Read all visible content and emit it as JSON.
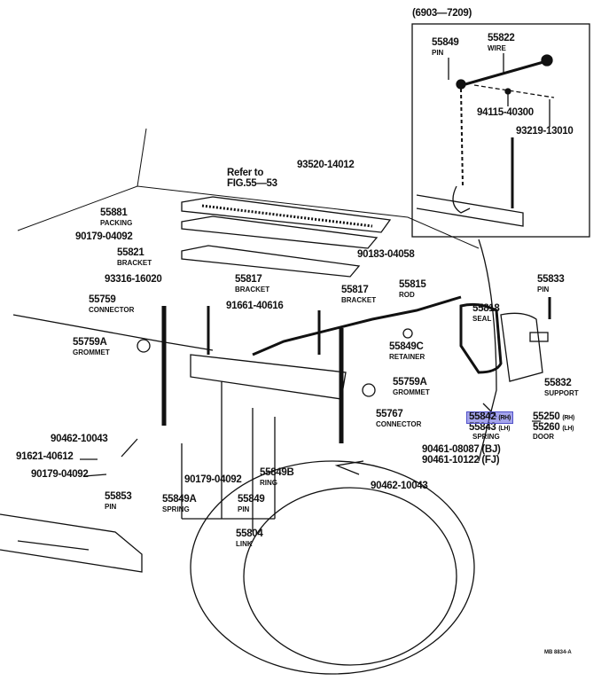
{
  "inset": {
    "range": "(6903—7209)"
  },
  "labels": {
    "inset_55849": {
      "num": "55849",
      "name": "PIN"
    },
    "inset_55822": {
      "num": "55822",
      "name": "WIRE"
    },
    "inset_94115": {
      "num": "94115-40300"
    },
    "inset_93219": {
      "num": "93219-13010"
    },
    "refer": {
      "line1": "Refer to",
      "line2": "FIG.55—53"
    },
    "p93520": {
      "num": "93520-14012"
    },
    "p55881": {
      "num": "55881",
      "name": "PACKING"
    },
    "p90179a": {
      "num": "90179-04092"
    },
    "p55821": {
      "num": "55821",
      "name": "BRACKET"
    },
    "p90183": {
      "num": "90183-04058"
    },
    "p93316": {
      "num": "93316-16020"
    },
    "p55817a": {
      "num": "55817",
      "name": "BRACKET"
    },
    "p55817b": {
      "num": "55817",
      "name": "BRACKET"
    },
    "p55815": {
      "num": "55815",
      "name": "ROD"
    },
    "p55833": {
      "num": "55833",
      "name": "PIN"
    },
    "p55759": {
      "num": "55759",
      "name": "CONNECTOR"
    },
    "p91661": {
      "num": "91661-40616"
    },
    "p55818": {
      "num": "55818",
      "name": "SEAL"
    },
    "p55759Aa": {
      "num": "55759A",
      "name": "GROMMET"
    },
    "p55849C": {
      "num": "55849C",
      "name": "RETAINER"
    },
    "p55759Ab": {
      "num": "55759A",
      "name": "GROMMET"
    },
    "p55832": {
      "num": "55832",
      "name": "SUPPORT"
    },
    "p55767": {
      "num": "55767",
      "name": "CONNECTOR"
    },
    "p55842": {
      "num": "55842",
      "side": "(RH)"
    },
    "p55843": {
      "num": "55843",
      "side": "(LH)",
      "name": "SPRING"
    },
    "p55250": {
      "num": "55250",
      "side": "(RH)"
    },
    "p55260": {
      "num": "55260",
      "side": "(LH)",
      "name": "DOOR"
    },
    "p90462a": {
      "num": "90462-10043"
    },
    "p91621": {
      "num": "91621-40612"
    },
    "p90461a": {
      "num": "90461-08087",
      "side": "(BJ)"
    },
    "p90461b": {
      "num": "90461-10122",
      "side": "(FJ)"
    },
    "p90179b": {
      "num": "90179-04092"
    },
    "p90179c": {
      "num": "90179-04092"
    },
    "p55849B": {
      "num": "55849B",
      "name": "RING"
    },
    "p90462b": {
      "num": "90462-10043"
    },
    "p55853": {
      "num": "55853",
      "name": "PIN"
    },
    "p55849A": {
      "num": "55849A",
      "name": "SPRING"
    },
    "p55849": {
      "num": "55849",
      "name": "PIN"
    },
    "p55804": {
      "num": "55804",
      "name": "LINK"
    }
  },
  "figure_code": "MB 8834-A",
  "colors": {
    "highlight": "#5a5adc",
    "ink": "#111111"
  }
}
